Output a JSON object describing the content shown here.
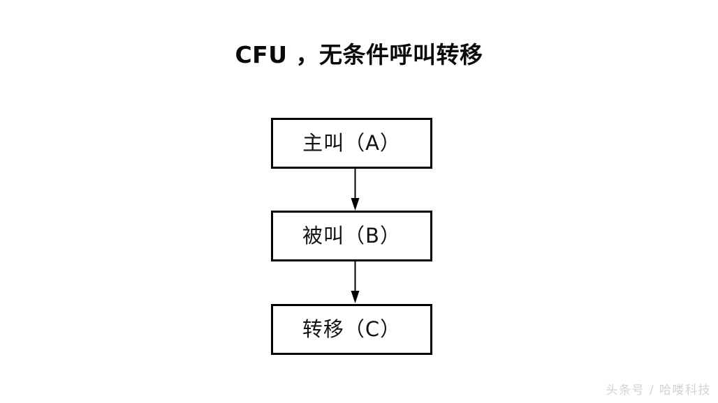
{
  "slide": {
    "title": "CFU ，无条件呼叫转移",
    "background_color": "#ffffff",
    "watermark": "头条号 / 哈喽科技"
  },
  "diagram": {
    "type": "flowchart",
    "orientation": "vertical",
    "node_border_color": "#000000",
    "node_fill_color": "#ffffff",
    "arrow_color": "#000000",
    "nodes": [
      {
        "id": "caller",
        "label": "主叫（A）"
      },
      {
        "id": "callee",
        "label": "被叫（B）"
      },
      {
        "id": "transfer",
        "label": "转移（C）"
      }
    ],
    "edges": [
      {
        "from": "caller",
        "to": "callee",
        "label": ""
      },
      {
        "from": "callee",
        "to": "transfer",
        "label": ""
      }
    ]
  }
}
